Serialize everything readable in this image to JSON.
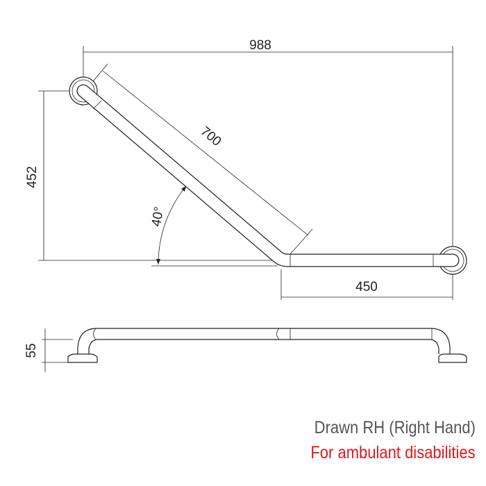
{
  "drawing": {
    "dimensions": {
      "overall_width": "988",
      "diagonal_length": "700",
      "height": "452",
      "angle": "40°",
      "horizontal_length": "450",
      "projection": "55"
    }
  },
  "captions": {
    "line1": "Drawn RH (Right Hand)",
    "line2": "For ambulant disabilities"
  },
  "colors": {
    "line": "#222222",
    "caption_gray": "#555555",
    "caption_red": "#e3161b"
  }
}
